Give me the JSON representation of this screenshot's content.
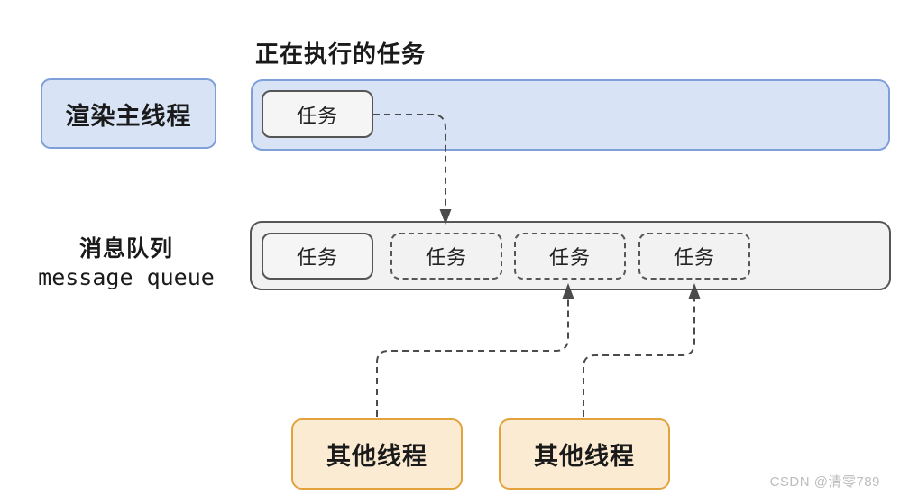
{
  "title": "正在执行的任务",
  "render_main_thread": {
    "label": "渲染主线程"
  },
  "executing_bar": {
    "task": "任务"
  },
  "message_queue": {
    "label_zh": "消息队列",
    "label_en": "message queue",
    "items": [
      {
        "label": "任务",
        "style": "solid"
      },
      {
        "label": "任务",
        "style": "dashed"
      },
      {
        "label": "任务",
        "style": "dashed"
      },
      {
        "label": "任务",
        "style": "dashed"
      }
    ]
  },
  "other_threads": [
    {
      "label": "其他线程"
    },
    {
      "label": "其他线程"
    }
  ],
  "watermark": "CSDN @清零789",
  "colors": {
    "blue_fill": "#D8E4F6",
    "blue_border": "#7F9FD8",
    "gray_fill": "#F2F2F2",
    "gray_border": "#565656",
    "task_fill": "#F5F5F5",
    "orange_fill": "#FBEBD2",
    "orange_border": "#E2A33D",
    "line": "#4B4B4B"
  }
}
